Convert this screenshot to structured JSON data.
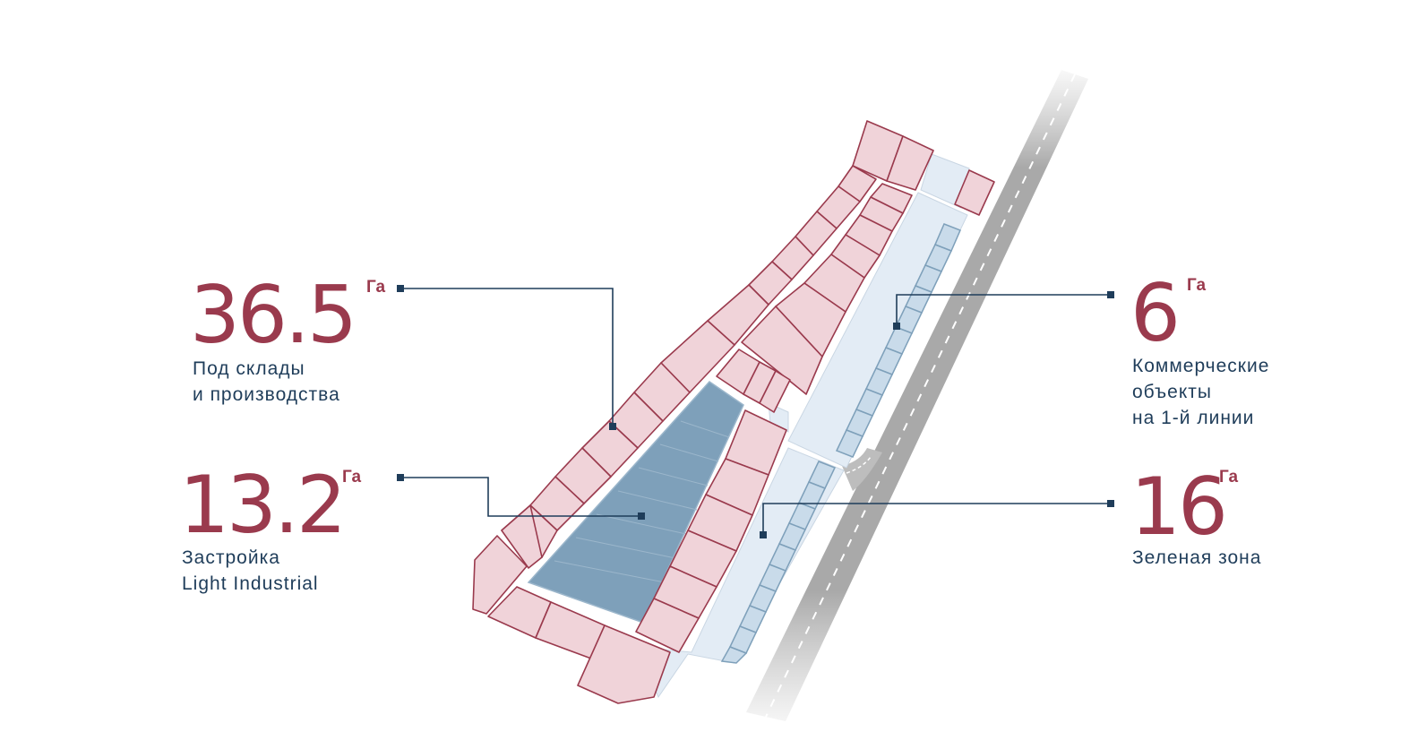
{
  "colors": {
    "accent": "#9a3a4d",
    "plot_fill": "#f0d3d9",
    "plot_stroke": "#9a3a4d",
    "light_industrial_fill": "#7ea0ba",
    "green_zone_fill": "#e3ecf5",
    "commercial_fill": "#c9dbea",
    "road": "#a9a9a9",
    "leader_line": "#1f3d5a",
    "label_text": "#1f3d5a"
  },
  "stats": {
    "warehouses": {
      "value": "36.5",
      "unit": "Га",
      "label_lines": [
        "Под склады",
        "и производства"
      ]
    },
    "light_industrial": {
      "value": "13.2",
      "unit": "Га",
      "label_lines": [
        "Застройка",
        "Light Industrial"
      ]
    },
    "commercial": {
      "value": "6",
      "unit": "Га",
      "label_lines": [
        "Коммерческие",
        "объекты",
        "на 1-й линии"
      ]
    },
    "green_zone": {
      "value": "16",
      "unit": "Га",
      "label_lines": [
        "Зеленая зона"
      ]
    }
  }
}
